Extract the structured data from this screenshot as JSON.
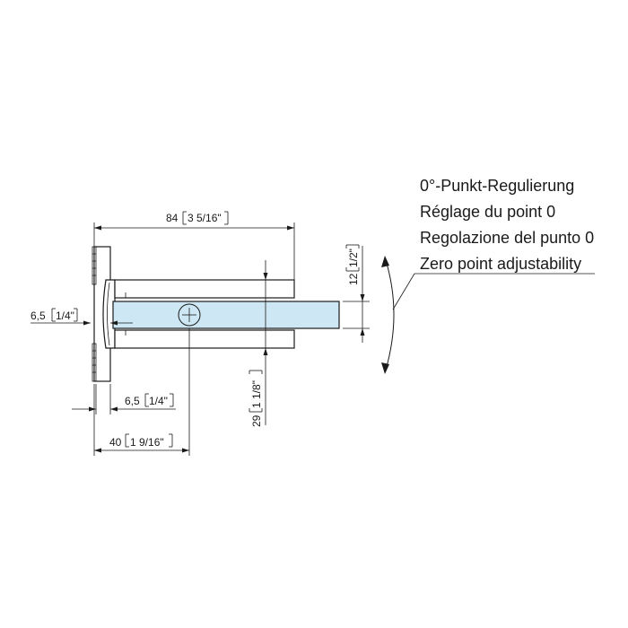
{
  "dimensions": {
    "overall_length": "84",
    "overall_length_inch": "3 5/16\"",
    "plate_thickness": "6,5",
    "plate_thickness_inch": "1/4\"",
    "spacer_thickness": "6,5",
    "spacer_thickness_inch": "1/4\"",
    "base_depth": "40",
    "base_depth_inch": "1 9/16\"",
    "clamp_height": "29",
    "clamp_height_inch": "1 1/8\"",
    "glass_thickness": "12",
    "glass_thickness_inch": "1/2\""
  },
  "notes": {
    "de": "0°-Punkt-Regulierung",
    "fr": "Réglage du point 0",
    "it": "Regolazione del punto 0",
    "en": "Zero point adjustability"
  },
  "colors": {
    "glass": "#cde8f4",
    "line": "#1a1a1a"
  }
}
